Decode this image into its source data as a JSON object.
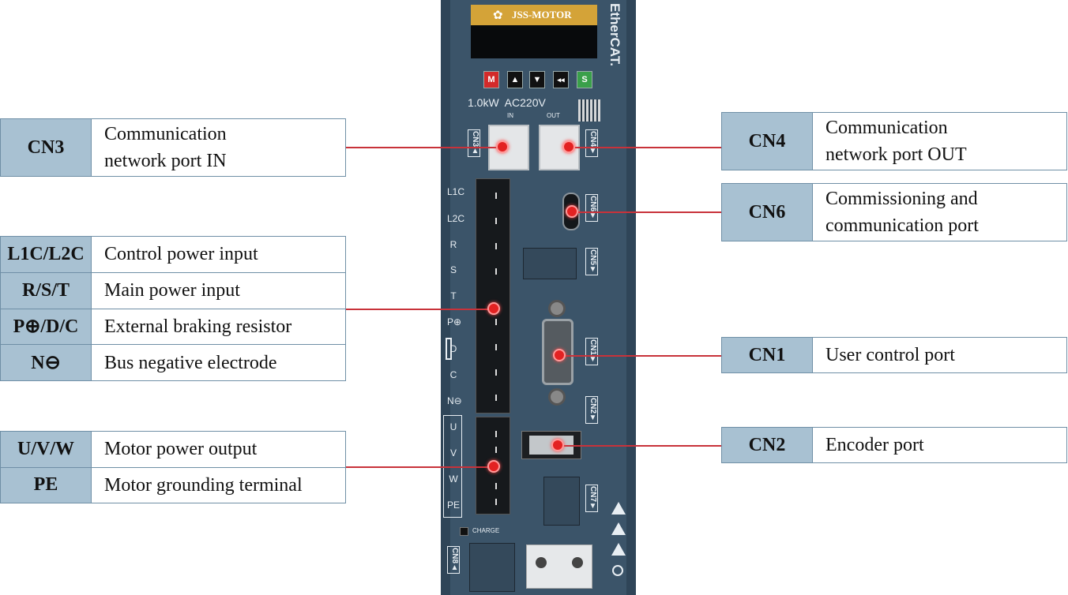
{
  "device": {
    "brand": "JSS-MOTOR",
    "rating": "1.0kW  AC220V",
    "fieldbus": "EtherCAT.",
    "buttons": [
      "M",
      "▲",
      "▼",
      "◂◂",
      "S"
    ],
    "port_in_label": "IN",
    "port_out_label": "OUT",
    "charge_label": "CHARGE",
    "connectors": [
      "CN3▲",
      "CN4▼",
      "CN6▼",
      "CN5▼",
      "CN1▼",
      "CN2▼",
      "CN7▼",
      "CN8▲"
    ],
    "terminals": [
      "L1C",
      "L2C",
      "R",
      "S",
      "T",
      "P⊕",
      "D",
      "C",
      "N⊖",
      "U",
      "V",
      "W",
      "PE"
    ]
  },
  "left_callouts": {
    "cn3": {
      "key": "CN3",
      "desc": "Communication\nnetwork port IN"
    },
    "power": [
      {
        "key": "L1C/L2C",
        "desc": "Control power input"
      },
      {
        "key": "R/S/T",
        "desc": "Main power input"
      },
      {
        "key": "P⊕/D/C",
        "desc": "External braking resistor"
      },
      {
        "key": "N⊖",
        "desc": "Bus negative electrode"
      }
    ],
    "motor": [
      {
        "key": "U/V/W",
        "desc": "Motor power output"
      },
      {
        "key": "PE",
        "desc": "Motor grounding terminal"
      }
    ]
  },
  "right_callouts": {
    "cn4": {
      "key": "CN4",
      "desc": "Communication\nnetwork port OUT"
    },
    "cn6": {
      "key": "CN6",
      "desc": "Commissioning and\ncommunication port"
    },
    "cn1": {
      "key": "CN1",
      "desc": "User control port"
    },
    "cn2": {
      "key": "CN2",
      "desc": "Encoder port"
    }
  },
  "colors": {
    "key_fill": "#a8c1d2",
    "border": "#6f8fa6",
    "leader_line": "#c8323a",
    "dot": "#e32222",
    "drive_body": "#3b5469",
    "brand_plate": "#d4a338"
  }
}
